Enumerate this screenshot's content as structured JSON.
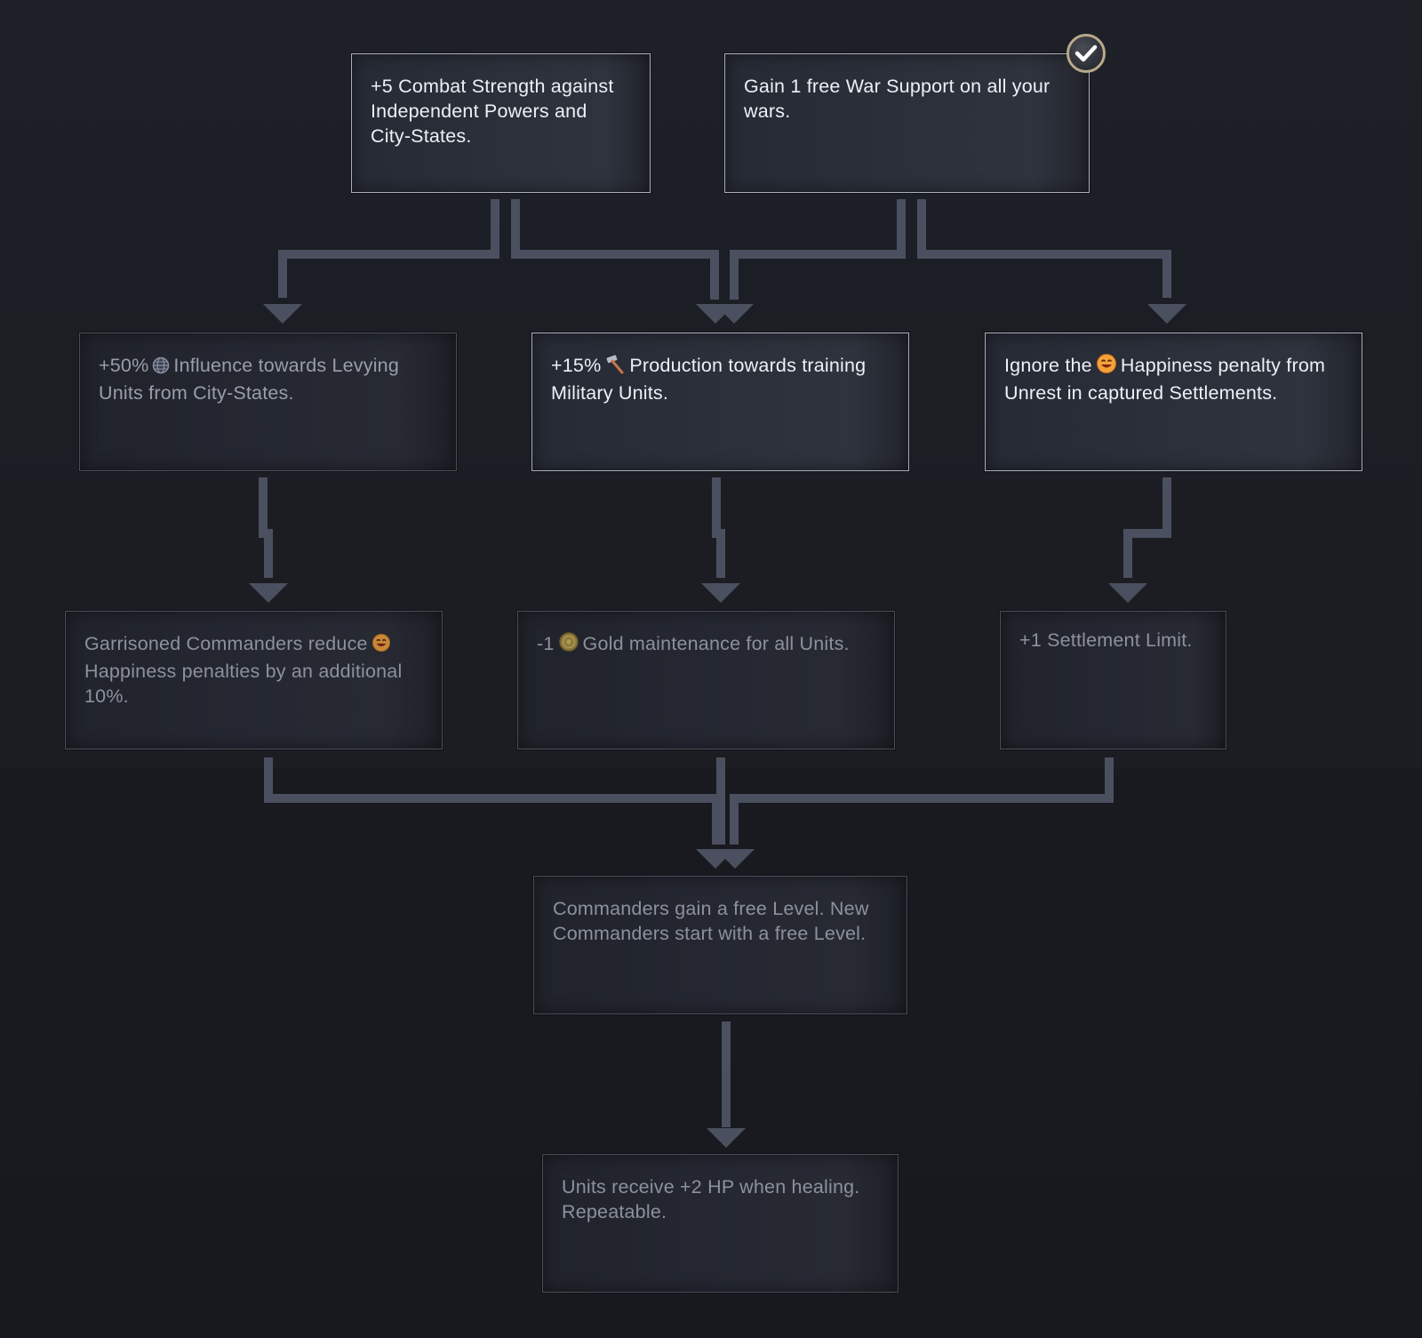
{
  "tree": {
    "tier1": [
      {
        "text": "+5 Combat Strength against Independent Powers and City-States.",
        "state": "unlocked"
      },
      {
        "text": "Gain 1 free War Support on all your wars.",
        "state": "completed"
      }
    ],
    "tier2": [
      {
        "pre": "+50%",
        "icon": "influence-globe-icon",
        "post": "Influence towards Levying Units from City-States.",
        "state": "locked"
      },
      {
        "pre": "+15%",
        "icon": "production-hammer-icon",
        "post": "Production towards training Military Units.",
        "state": "unlocked"
      },
      {
        "pre": "Ignore the",
        "icon": "happiness-face-icon",
        "post": "Happiness penalty from Unrest in captured Settlements.",
        "state": "unlocked"
      }
    ],
    "tier3": [
      {
        "pre": "Garrisoned Commanders reduce",
        "icon": "happiness-face-icon",
        "post": "Happiness penalties by an additional 10%.",
        "state": "locked"
      },
      {
        "pre": "-1",
        "icon": "gold-coin-icon",
        "post": "Gold maintenance for all Units.",
        "state": "locked"
      },
      {
        "text": "+1 Settlement Limit.",
        "state": "locked"
      }
    ],
    "tier4": {
      "text": "Commanders gain a free Level. New Commanders start with a free Level.",
      "state": "locked"
    },
    "tier5": {
      "text": "Units receive +2 HP when healing. Repeatable.",
      "state": "locked"
    }
  },
  "colors": {
    "connector": "#4b5060",
    "active_border": "#aab0bf",
    "locked_text": "#8d919c",
    "check_ring": "#b9a98a"
  }
}
